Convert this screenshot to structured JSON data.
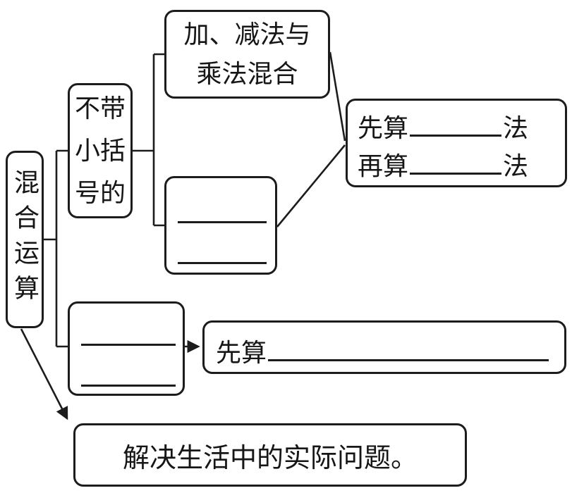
{
  "nodes": {
    "root": {
      "label": "混合运算"
    },
    "no_brackets": {
      "lines": [
        "不带",
        "小括",
        "号的"
      ]
    },
    "add_sub_with_mul": {
      "lines": [
        "加、减法与",
        "乘法混合"
      ]
    },
    "order_rule": {
      "line1_prefix": "先算",
      "line1_suffix": "法",
      "line2_prefix": "再算",
      "line2_suffix": "法"
    },
    "first_calc": {
      "prefix": "先算"
    },
    "solve": {
      "label": "解决生活中的实际问题。"
    }
  }
}
